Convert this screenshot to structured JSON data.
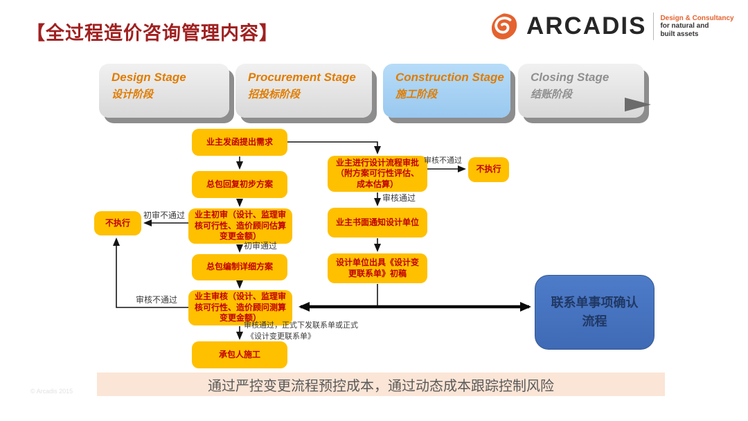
{
  "slide": {
    "title": "【全过程造价咨询管理内容】",
    "footer_banner": "通过严控变更流程预控成本，通过动态成本跟踪控制风险",
    "watermark": "© Arcadis 2015"
  },
  "logo": {
    "brand": "ARCADIS",
    "tagline_line1": "Design & Consultancy",
    "tagline_line2": "for natural and",
    "tagline_line3": "built assets"
  },
  "stages": [
    {
      "en": "Design Stage",
      "zh": "设计阶段"
    },
    {
      "en": "Procurement Stage",
      "zh": "招投标阶段"
    },
    {
      "en": "Construction Stage",
      "zh": "施工阶段"
    },
    {
      "en": "Closing Stage",
      "zh": "结账阶段"
    }
  ],
  "flowchart": {
    "nodes": {
      "owner_request": "业主发函提出需求",
      "gc_preliminary_reply": "总包回复初步方案",
      "owner_preliminary_review": "业主初审（设计、监理审核可行性、造价顾问估算变更金额）",
      "gc_detailed_plan": "总包编制详细方案",
      "owner_review": "业主审核（设计、监理审核可行性、造价顾问测算变更金额）",
      "contractor_construction": "承包人施工",
      "not_execute_left": "不执行",
      "owner_design_approval": "业主进行设计流程审批（附方案可行性评估、成本估算）",
      "not_execute_right": "不执行",
      "owner_notify_designer": "业主书面通知设计单位",
      "designer_draft": "设计单位出具《设计变更联系单》初稿",
      "contact_sheet_process": "联系单事项确认流程"
    },
    "edge_labels": {
      "preliminary_fail": "初审不通过",
      "preliminary_pass": "初审通过",
      "review_fail_left": "审核不通过",
      "review_pass_issue_line1": "审核通过，正式下发联系单或正式",
      "review_pass_issue_line2": "《设计变更联系单》",
      "review_fail_right": "审核不通过",
      "review_pass_right": "审核通过"
    }
  },
  "colors": {
    "title_red": "#A02020",
    "node_fill": "#FFC000",
    "node_text": "#C00000",
    "stage_gray": "#E3E3E3",
    "stage_highlight_blue": "#A9D2F3",
    "stage_text_orange": "#E07C00",
    "blue_node_fill": "#4472C4",
    "footer_bg": "#FBE5D6",
    "logo_orange": "#E4622F"
  }
}
